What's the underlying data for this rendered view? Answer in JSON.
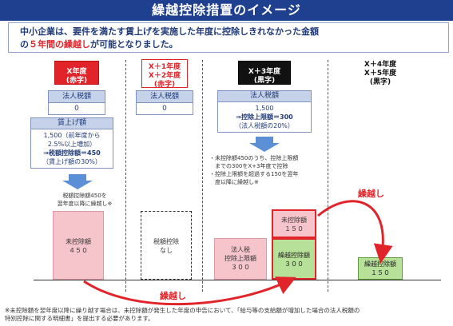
{
  "title": "繰越控除措置のイメージ",
  "intro": {
    "line1": "中小企業は、要件を満たす賃上げを実施した年度に控除しきれなかった金額",
    "line2_pre": "の",
    "line2_red": "５年間の繰越し",
    "line2_post": "が可能となりました。"
  },
  "columns": {
    "c1": {
      "line1": "X年度",
      "line2": "(赤字)"
    },
    "c2": {
      "line1": "X＋1年度",
      "line2": "X＋2年度",
      "line3": "(赤字)"
    },
    "c3": {
      "line1": "X＋3年度",
      "line2": "(黒字)"
    },
    "c4": {
      "line1": "X＋4年度",
      "line2": "X＋5年度",
      "line3": "(黒字)"
    }
  },
  "tax_boxes": {
    "c1": {
      "label": "法人税額",
      "value": "0"
    },
    "c2": {
      "label": "法人税額",
      "value": "0"
    }
  },
  "wage_box": {
    "title": "賃上げ額",
    "line1": "1,500（前年度から",
    "line2": "2.5%以上増加）",
    "line3": "⇒税額控除額＝450",
    "line4": "（賃上げ額の30%）"
  },
  "x3_box": {
    "title": "法人税額",
    "line1": "1,500",
    "line2": "⇒控除上限額＝300",
    "line3": "（法人税額の20%）"
  },
  "note_c1": {
    "line1": "税額控除額450を",
    "line2": "翌年度以降に繰越し※"
  },
  "note_c3": {
    "line1": "・未控除額450のうち、控除上限額",
    "line2": "　までの300をX+3年度で控除",
    "line3": "・控除上限額を超過する150を翌年",
    "line4": "　度以降に繰越し※"
  },
  "bars": {
    "c1": {
      "line1": "未控除額",
      "line2": "４５０"
    },
    "c2": {
      "line1": "税額控除",
      "line2": "なし"
    },
    "c3_left": {
      "line1": "法人税",
      "line2": "控除上限額",
      "line3": "３００"
    },
    "c3_top": {
      "line1": "未控除額",
      "line2": "１５０"
    },
    "c3_bottom": {
      "line1": "繰越控除額",
      "line2": "３００"
    },
    "c4": {
      "line1": "繰越控除額",
      "line2": "１５０"
    }
  },
  "arrow_labels": {
    "upper": "繰越し",
    "lower": "繰越し"
  },
  "footnote": {
    "line1": "※未控除額を翌年度以降に繰り越す場合は、未控除額が発生した年度の申告において、「給与等の支給額が増加した場合の法人税額の",
    "line2": "特別控除に関する明細書」を提出する必要があります。"
  },
  "colors": {
    "title_bg": "#1f3f8f",
    "accent_red": "#e0242a",
    "pink_bar": "#f6c5cb",
    "green_bar": "#b7e199",
    "box_header": "#c6d2ea"
  }
}
